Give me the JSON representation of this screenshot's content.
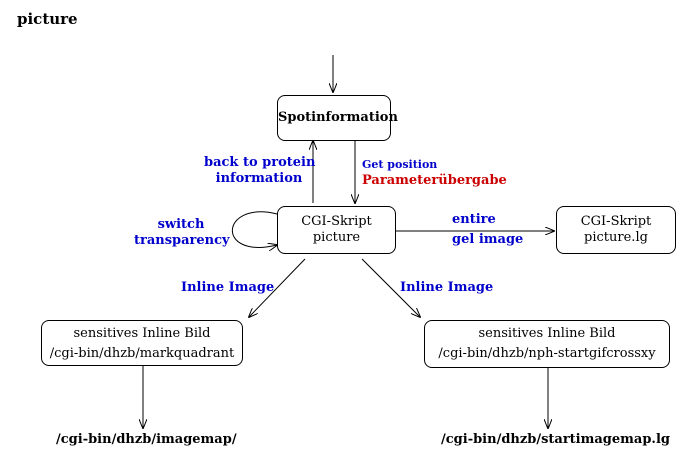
{
  "title": "picture",
  "nodes": {
    "spotinformation": {
      "label": "Spotinformation"
    },
    "cgi_picture": {
      "line1": "CGI-Skript",
      "line2": "picture"
    },
    "cgi_picture_lg": {
      "line1": "CGI-Skript",
      "line2": "picture.lg"
    },
    "inline_left": {
      "line1": "sensitives Inline Bild",
      "line2": "/cgi-bin/dhzb/markquadrant"
    },
    "inline_right": {
      "line1": "sensitives Inline Bild",
      "line2": "/cgi-bin/dhzb/nph-startgifcrossxy"
    }
  },
  "labels": {
    "back_line1": "back to protein",
    "back_line2": "information",
    "get_position": "Get position",
    "parameter": "Parameterübergabe",
    "switch_line1": "switch",
    "switch_line2": "transparency",
    "entire": "entire",
    "gel_image": "gel image",
    "inline_image_left": "Inline Image",
    "inline_image_right": "Inline Image"
  },
  "targets": {
    "left": "/cgi-bin/dhzb/imagemap/",
    "right": "/cgi-bin/dhzb/startimagemap.lg"
  },
  "colors": {
    "blue": "#0000cc",
    "red": "#cc0000",
    "line": "#000000"
  }
}
